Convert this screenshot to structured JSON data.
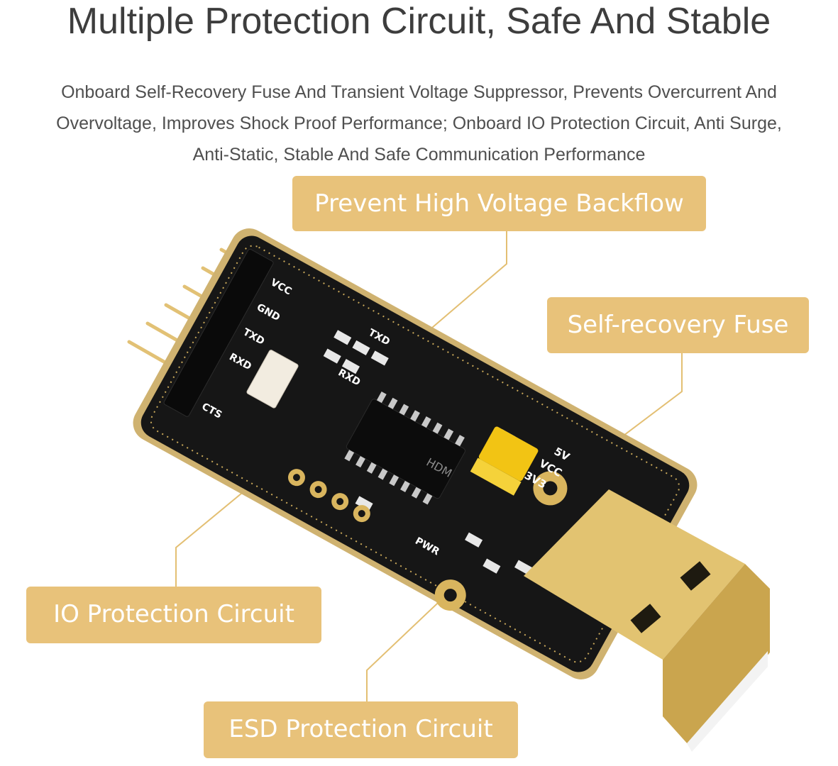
{
  "header": {
    "title": "Multiple Protection Circuit, Safe And Stable",
    "description": [
      "Onboard Self-Recovery Fuse And Transient Voltage Suppressor, Prevents Overcurrent And",
      "Overvoltage, Improves Shock Proof Performance; Onboard IO Protection Circuit, Anti Surge,",
      "Anti-Static, Stable And Safe Communication Performance"
    ]
  },
  "callouts": {
    "backflow": "Prevent High Voltage Backflow",
    "fuse": "Self-recovery Fuse",
    "io": "IO Protection Circuit",
    "esd": "ESD Protection Circuit"
  },
  "board": {
    "pin_labels": [
      "VCC",
      "GND",
      "TXD",
      "RXD",
      "CTS"
    ],
    "silk_txd": "TXD",
    "silk_rxd": "RXD",
    "chip_marking": "HDM",
    "voltage_labels": [
      "5V",
      "VCC",
      "3V3"
    ],
    "pwr_label": "PWR"
  },
  "colors": {
    "accent": "#e8c27a",
    "board": "#161616",
    "gold": "#d9b55e",
    "jumper": "#f2c414",
    "leader": "#e3bf73"
  }
}
